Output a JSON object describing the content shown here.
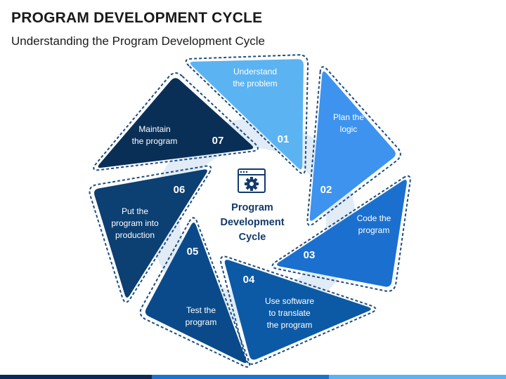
{
  "title": "PROGRAM DEVELOPMENT CYCLE",
  "subtitle": "Understanding the Program Development Cycle",
  "center": {
    "icon": "gear-window-icon",
    "lines": [
      "Program",
      "Development",
      "Cycle"
    ]
  },
  "steps": [
    {
      "num": "01",
      "lines": [
        "Understand",
        "the problem"
      ],
      "color": "#5cb3f2"
    },
    {
      "num": "02",
      "lines": [
        "Plan the",
        "logic"
      ],
      "color": "#3d93ee"
    },
    {
      "num": "03",
      "lines": [
        "Code the",
        "program"
      ],
      "color": "#1b70cf"
    },
    {
      "num": "04",
      "lines": [
        "Use software",
        "to translate",
        "the program"
      ],
      "color": "#0c5aa6"
    },
    {
      "num": "05",
      "lines": [
        "Test the",
        "program"
      ],
      "color": "#0b4a8a"
    },
    {
      "num": "06",
      "lines": [
        "Put the",
        "program into",
        "production"
      ],
      "color": "#0c3f72"
    },
    {
      "num": "07",
      "lines": [
        "Maintain",
        "the program"
      ],
      "color": "#0a2f57"
    }
  ],
  "colors": {
    "outline": "#1e4d80",
    "ring": "#c9ddef",
    "bottom_bar": [
      "#0b2b55",
      "#1a73d1",
      "#5cb3f2"
    ]
  }
}
